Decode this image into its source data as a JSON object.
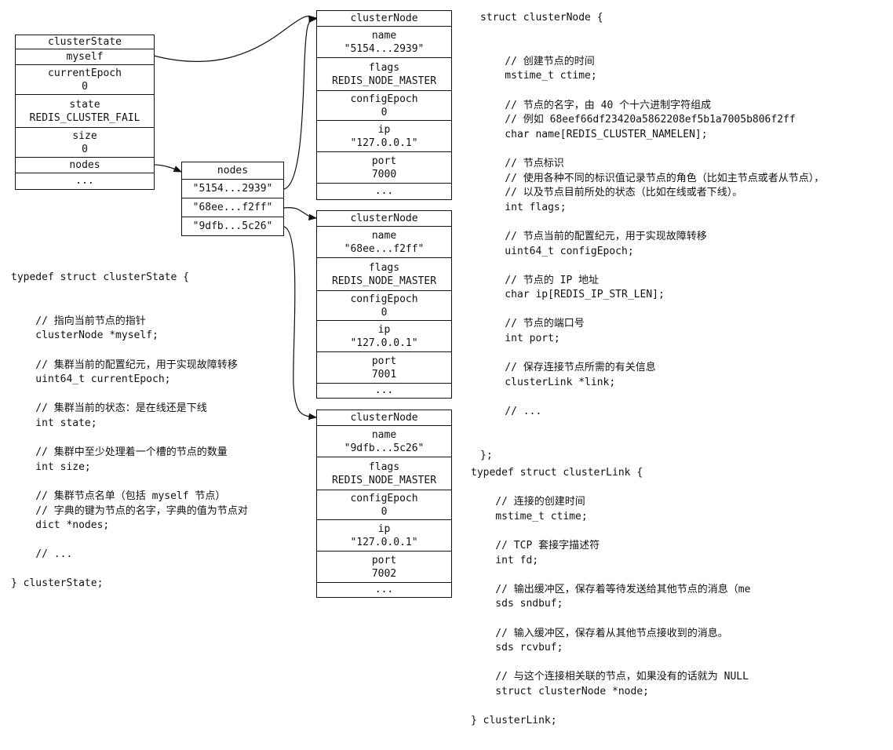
{
  "cluster_state_box": {
    "title": "clusterState",
    "cells": [
      {
        "a": "myself",
        "b": ""
      },
      {
        "a": "currentEpoch",
        "b": "0"
      },
      {
        "a": "state",
        "b": "REDIS_CLUSTER_FAIL"
      },
      {
        "a": "size",
        "b": "0"
      },
      {
        "a": "nodes",
        "b": ""
      },
      {
        "a": "...",
        "b": ""
      }
    ]
  },
  "nodes_dict": {
    "title": "nodes",
    "keys": [
      "\"5154...2939\"",
      "\"68ee...f2ff\"",
      "\"9dfb...5c26\""
    ]
  },
  "cluster_nodes": [
    {
      "title": "clusterNode",
      "fields": [
        {
          "a": "name",
          "b": "\"5154...2939\""
        },
        {
          "a": "flags",
          "b": "REDIS_NODE_MASTER"
        },
        {
          "a": "configEpoch",
          "b": "0"
        },
        {
          "a": "ip",
          "b": "\"127.0.0.1\""
        },
        {
          "a": "port",
          "b": "7000"
        },
        {
          "a": "...",
          "b": ""
        }
      ]
    },
    {
      "title": "clusterNode",
      "fields": [
        {
          "a": "name",
          "b": "\"68ee...f2ff\""
        },
        {
          "a": "flags",
          "b": "REDIS_NODE_MASTER"
        },
        {
          "a": "configEpoch",
          "b": "0"
        },
        {
          "a": "ip",
          "b": "\"127.0.0.1\""
        },
        {
          "a": "port",
          "b": "7001"
        },
        {
          "a": "...",
          "b": ""
        }
      ]
    },
    {
      "title": "clusterNode",
      "fields": [
        {
          "a": "name",
          "b": "\"9dfb...5c26\""
        },
        {
          "a": "flags",
          "b": "REDIS_NODE_MASTER"
        },
        {
          "a": "configEpoch",
          "b": "0"
        },
        {
          "a": "ip",
          "b": "\"127.0.0.1\""
        },
        {
          "a": "port",
          "b": "7002"
        },
        {
          "a": "...",
          "b": ""
        }
      ]
    }
  ],
  "code_cluster_state": [
    "typedef struct clusterState {",
    "",
    "",
    "    // 指向当前节点的指针",
    "    clusterNode *myself;",
    "",
    "    // 集群当前的配置纪元，用于实现故障转移",
    "    uint64_t currentEpoch;",
    "",
    "    // 集群当前的状态：是在线还是下线",
    "    int state;",
    "",
    "    // 集群中至少处理着一个槽的节点的数量",
    "    int size;",
    "",
    "    // 集群节点名单（包括 myself 节点）",
    "    // 字典的键为节点的名字，字典的值为节点对",
    "    dict *nodes;",
    "",
    "    // ...",
    "",
    "} clusterState;"
  ],
  "code_cluster_node": [
    "struct clusterNode {",
    "",
    "",
    "    // 创建节点的时间",
    "    mstime_t ctime;",
    "",
    "    // 节点的名字，由 40 个十六进制字符组成",
    "    // 例如 68eef66df23420a5862208ef5b1a7005b806f2ff",
    "    char name[REDIS_CLUSTER_NAMELEN];",
    "",
    "    // 节点标识",
    "    // 使用各种不同的标识值记录节点的角色（比如主节点或者从节点），",
    "    // 以及节点目前所处的状态（比如在线或者下线）。",
    "    int flags;",
    "",
    "    // 节点当前的配置纪元，用于实现故障转移",
    "    uint64_t configEpoch;",
    "",
    "    // 节点的 IP 地址",
    "    char ip[REDIS_IP_STR_LEN];",
    "",
    "    // 节点的端口号",
    "    int port;",
    "",
    "    // 保存连接节点所需的有关信息",
    "    clusterLink *link;",
    "",
    "    // ...",
    "",
    "",
    "};"
  ],
  "code_cluster_link": [
    "typedef struct clusterLink {",
    "",
    "    // 连接的创建时间",
    "    mstime_t ctime;",
    "",
    "    // TCP 套接字描述符",
    "    int fd;",
    "",
    "    // 输出缓冲区，保存着等待发送给其他节点的消息（me",
    "    sds sndbuf;",
    "",
    "    // 输入缓冲区，保存着从其他节点接收到的消息。",
    "    sds rcvbuf;",
    "",
    "    // 与这个连接相关联的节点，如果没有的话就为 NULL",
    "    struct clusterNode *node;",
    "",
    "} clusterLink;"
  ]
}
